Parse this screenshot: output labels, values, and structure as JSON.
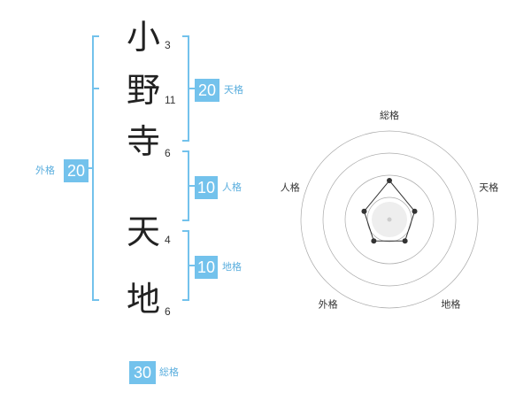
{
  "name_chars": [
    {
      "char": "小",
      "strokes": "3"
    },
    {
      "char": "野",
      "strokes": "11"
    },
    {
      "char": "寺",
      "strokes": "6"
    },
    {
      "char": "天",
      "strokes": "4"
    },
    {
      "char": "地",
      "strokes": "6"
    }
  ],
  "scores": {
    "tenkaku": {
      "value": "20",
      "label": "天格"
    },
    "jinkaku": {
      "value": "10",
      "label": "人格"
    },
    "chikaku": {
      "value": "10",
      "label": "地格"
    },
    "gaikaku": {
      "value": "20",
      "label": "外格"
    },
    "soukaku": {
      "value": "30",
      "label": "総格"
    }
  },
  "colors": {
    "accent": "#73c2ec",
    "label": "#5aaede",
    "text": "#222222"
  },
  "chart_data": {
    "type": "radar",
    "axes": [
      "総格",
      "天格",
      "地格",
      "外格",
      "人格"
    ],
    "values": [
      2.2,
      1.5,
      1.5,
      1.5,
      1.5
    ],
    "rlim": [
      0,
      5
    ]
  }
}
